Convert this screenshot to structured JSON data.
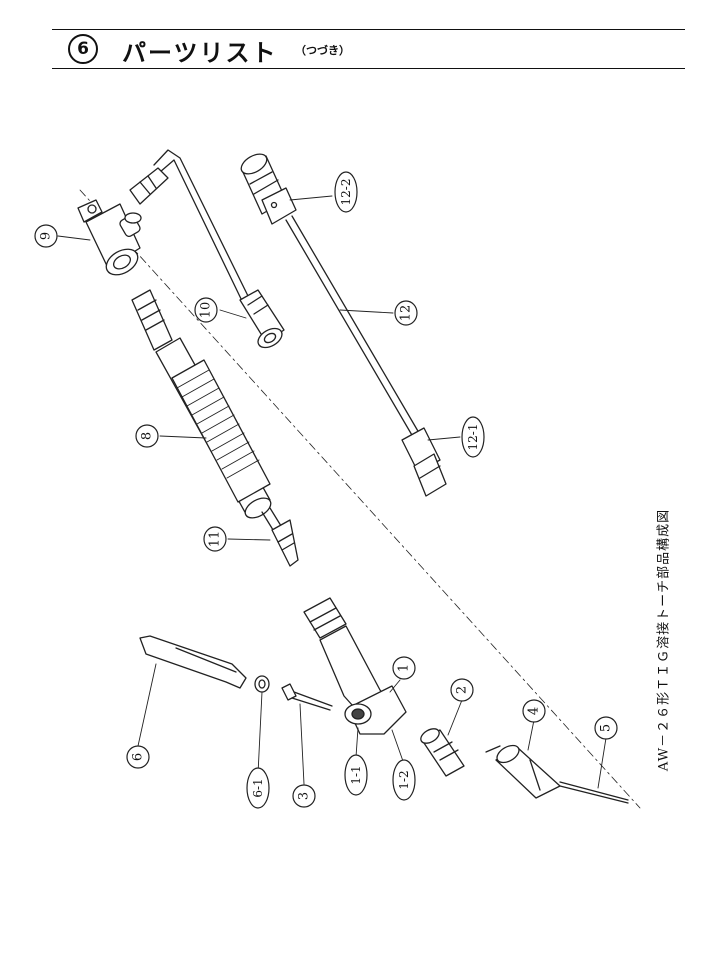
{
  "header": {
    "section_number": "⑥",
    "title": "パーツリスト",
    "subtitle": "（つづき）"
  },
  "caption": "AW－２６形ＴＩＧ溶接トーチ部品構成図",
  "callouts": [
    {
      "id": "9",
      "label": "9"
    },
    {
      "id": "10",
      "label": "10"
    },
    {
      "id": "12-2",
      "label": "12-2"
    },
    {
      "id": "12",
      "label": "12"
    },
    {
      "id": "12-1",
      "label": "12-1"
    },
    {
      "id": "8",
      "label": "8"
    },
    {
      "id": "11",
      "label": "11"
    },
    {
      "id": "1",
      "label": "1"
    },
    {
      "id": "2",
      "label": "2"
    },
    {
      "id": "4",
      "label": "4"
    },
    {
      "id": "5",
      "label": "5"
    },
    {
      "id": "6",
      "label": "6"
    },
    {
      "id": "6-1",
      "label": "6-1"
    },
    {
      "id": "3",
      "label": "3"
    },
    {
      "id": "1-1",
      "label": "1-1"
    },
    {
      "id": "1-2",
      "label": "1-2"
    }
  ]
}
